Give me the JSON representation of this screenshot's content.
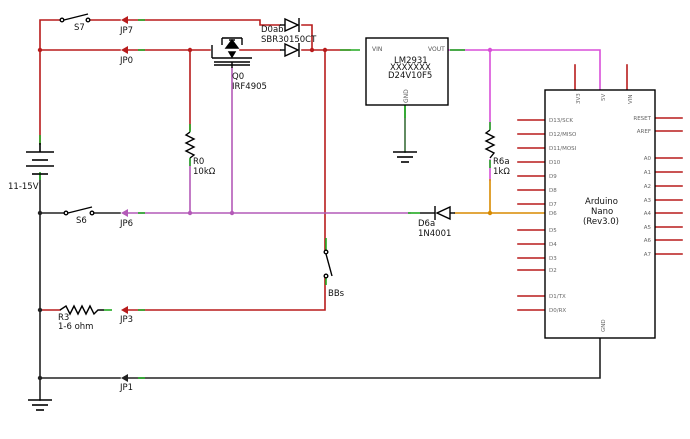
{
  "colors": {
    "red_net": "#b81c1c",
    "purple_net": "#b45ab8",
    "magenta_net": "#d84fd8",
    "black_net": "#222222",
    "green_net": "#3a6e3a",
    "pin_stub": "#22aa22",
    "orange_net": "#d88a00",
    "component": "#000000"
  },
  "power": {
    "battery_label": "11-15V"
  },
  "switches": {
    "s7": "S7",
    "s6": "S6",
    "bbs": "BBs"
  },
  "jumpers": {
    "jp7": "JP7",
    "jp0": "JP0",
    "jp6": "JP6",
    "jp3": "JP3",
    "jp1": "JP1"
  },
  "diodes": {
    "d0ab_name": "D0ab",
    "d0ab_part": "SBR30150CT",
    "d6a_name": "D6a",
    "d6a_part": "1N4001"
  },
  "mosfet": {
    "name": "Q0",
    "part": "IRF4905"
  },
  "resistors": {
    "r0_name": "R0",
    "r0_value": "10kΩ",
    "r6a_name": "R6a",
    "r6a_value": "1kΩ",
    "r3_name": "R3",
    "r3_value": "1-6 ohm"
  },
  "regulator": {
    "line1": "LM2931",
    "line2": "XXXXXXX",
    "line3": "D24V10F5",
    "vin": "VIN",
    "vout": "VOUT",
    "gnd": "GND"
  },
  "arduino": {
    "name": "Arduino",
    "model": "Nano",
    "rev": "(Rev3.0)",
    "top_pins": [
      "3V3",
      "5V",
      "VIN"
    ],
    "left_pins": [
      "D13/SCK",
      "D12/MISO",
      "D11/MOSI",
      "D10",
      "D9",
      "D8",
      "D7",
      "D6",
      "D5",
      "D4",
      "D3",
      "D2",
      "D1/TX",
      "D0/RX"
    ],
    "right_pins": [
      "RESET",
      "AREF",
      "A0",
      "A1",
      "A2",
      "A3",
      "A4",
      "A5",
      "A6",
      "A7"
    ],
    "bottom_pin": "GND"
  }
}
